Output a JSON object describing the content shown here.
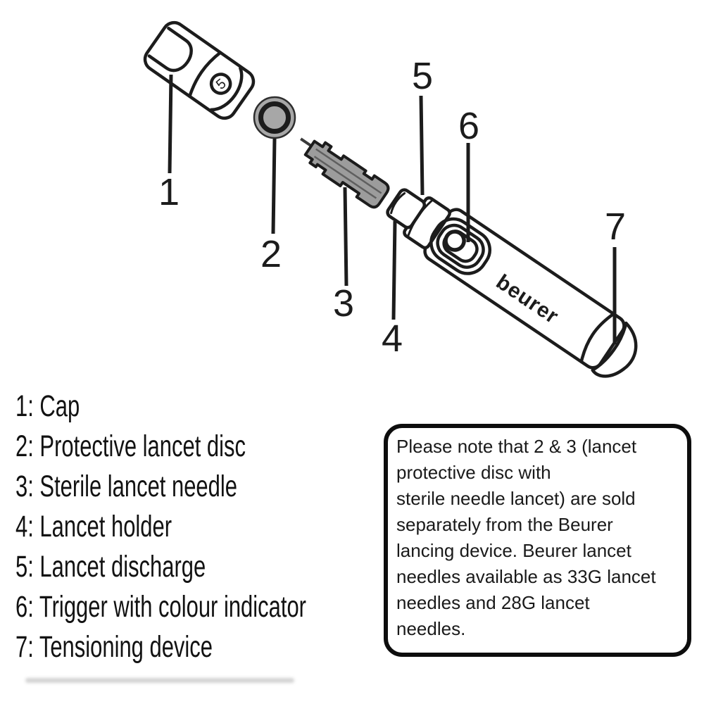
{
  "diagram": {
    "brand_logo": "beurer",
    "cap_dial_number": "5",
    "callouts": [
      "1",
      "2",
      "3",
      "4",
      "5",
      "6",
      "7"
    ]
  },
  "legend": {
    "items": [
      "1: Cap",
      "2: Protective lancet disc",
      "3: Sterile lancet needle",
      "4: Lancet holder",
      "5: Lancet discharge",
      "6: Trigger with colour indicator",
      "7: Tensioning device"
    ]
  },
  "note_box": {
    "lines": [
      "Please note that 2 & 3 (lancet",
      "protective disc with",
      "sterile needle lancet) are sold",
      "separately from the Beurer",
      "lancing device. Beurer lancet",
      "needles available as 33G lancet",
      "needles and 28G lancet",
      "needles."
    ]
  },
  "colors": {
    "line_art": "#1c1c1c",
    "disc_fill": "#a7a7a7",
    "disc_ring": "#1c1c1c",
    "lancet_fill": "#9c9c9c",
    "background": "#ffffff"
  }
}
